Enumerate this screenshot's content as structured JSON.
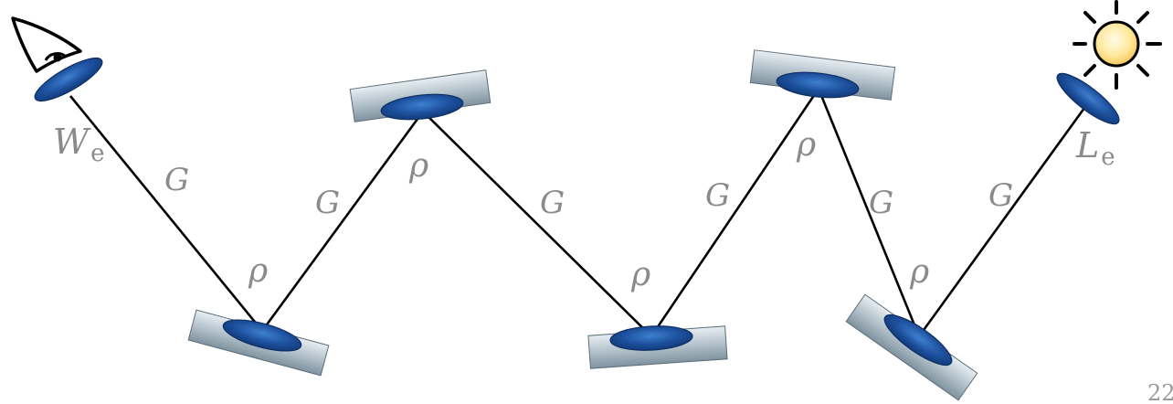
{
  "labels": {
    "sensor": "W",
    "sensor_sub": "e",
    "emitter": "L",
    "emitter_sub": "e",
    "geometry": "G",
    "brdf": "ρ",
    "slide_number": "22"
  },
  "icons": {
    "camera": "eye-icon",
    "light": "sun-icon"
  },
  "colors": {
    "patch": "#1c4f9c",
    "patch_highlight": "#3a78c9",
    "surface": "#9fb0bb",
    "path": "#000000",
    "label": "#8a8a8a",
    "sun": "#ffd766"
  }
}
